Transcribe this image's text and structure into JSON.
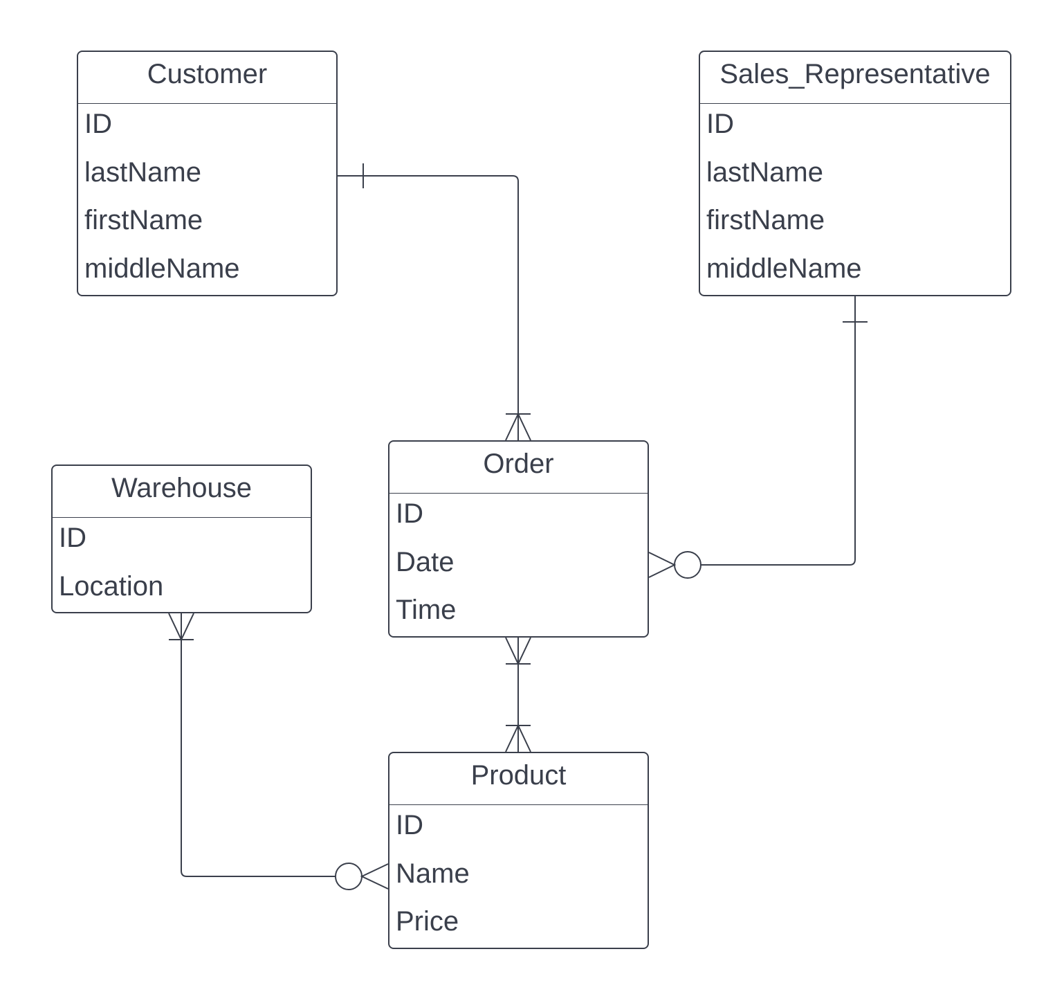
{
  "diagram": {
    "colors": {
      "stroke": "#3a3f4b",
      "text": "#3a3f4b",
      "background": "#ffffff"
    },
    "entities": {
      "customer": {
        "name": "Customer",
        "attributes": [
          "ID",
          "lastName",
          "firstName",
          "middleName"
        ]
      },
      "sales_representative": {
        "name": "Sales_Representative",
        "attributes": [
          "ID",
          "lastName",
          "firstName",
          "middleName"
        ]
      },
      "order": {
        "name": "Order",
        "attributes": [
          "ID",
          "Date",
          "Time"
        ]
      },
      "warehouse": {
        "name": "Warehouse",
        "attributes": [
          "ID",
          "Location"
        ]
      },
      "product": {
        "name": "Product",
        "attributes": [
          "ID",
          "Name",
          "Price"
        ]
      }
    },
    "relationships": [
      {
        "from": "Customer",
        "to": "Order",
        "from_cardinality": "one",
        "to_cardinality": "one-or-many"
      },
      {
        "from": "Sales_Representative",
        "to": "Order",
        "from_cardinality": "one",
        "to_cardinality": "zero-or-many"
      },
      {
        "from": "Order",
        "to": "Product",
        "from_cardinality": "one-or-many",
        "to_cardinality": "one-or-many"
      },
      {
        "from": "Warehouse",
        "to": "Product",
        "from_cardinality": "one-or-many",
        "to_cardinality": "zero-or-many"
      }
    ]
  }
}
